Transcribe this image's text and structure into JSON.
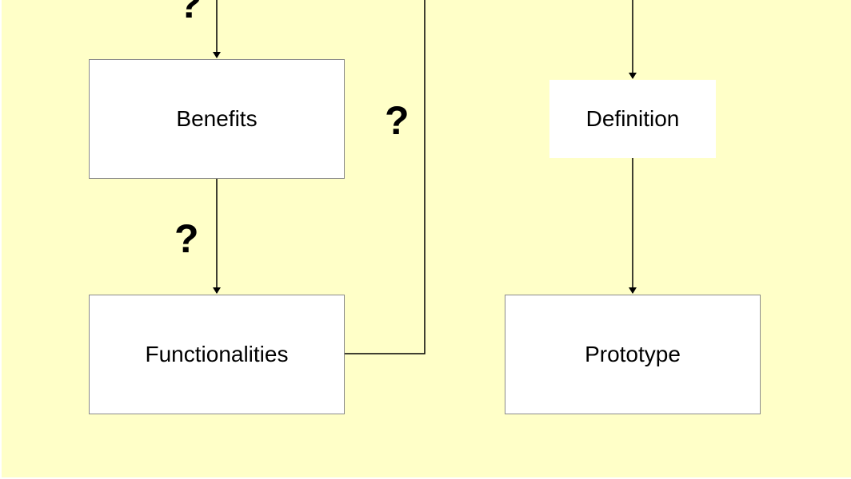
{
  "colors": {
    "background": "#ffffc8",
    "box_fill": "#ffffff",
    "box_border": "#8a8a8a",
    "line": "#000000"
  },
  "boxes": {
    "benefits": "Benefits",
    "functionalities": "Functionalities",
    "definition": "Definition",
    "prototype": "Prototype"
  },
  "question_marks": {
    "top": "?",
    "middle": "?",
    "right": "?"
  }
}
